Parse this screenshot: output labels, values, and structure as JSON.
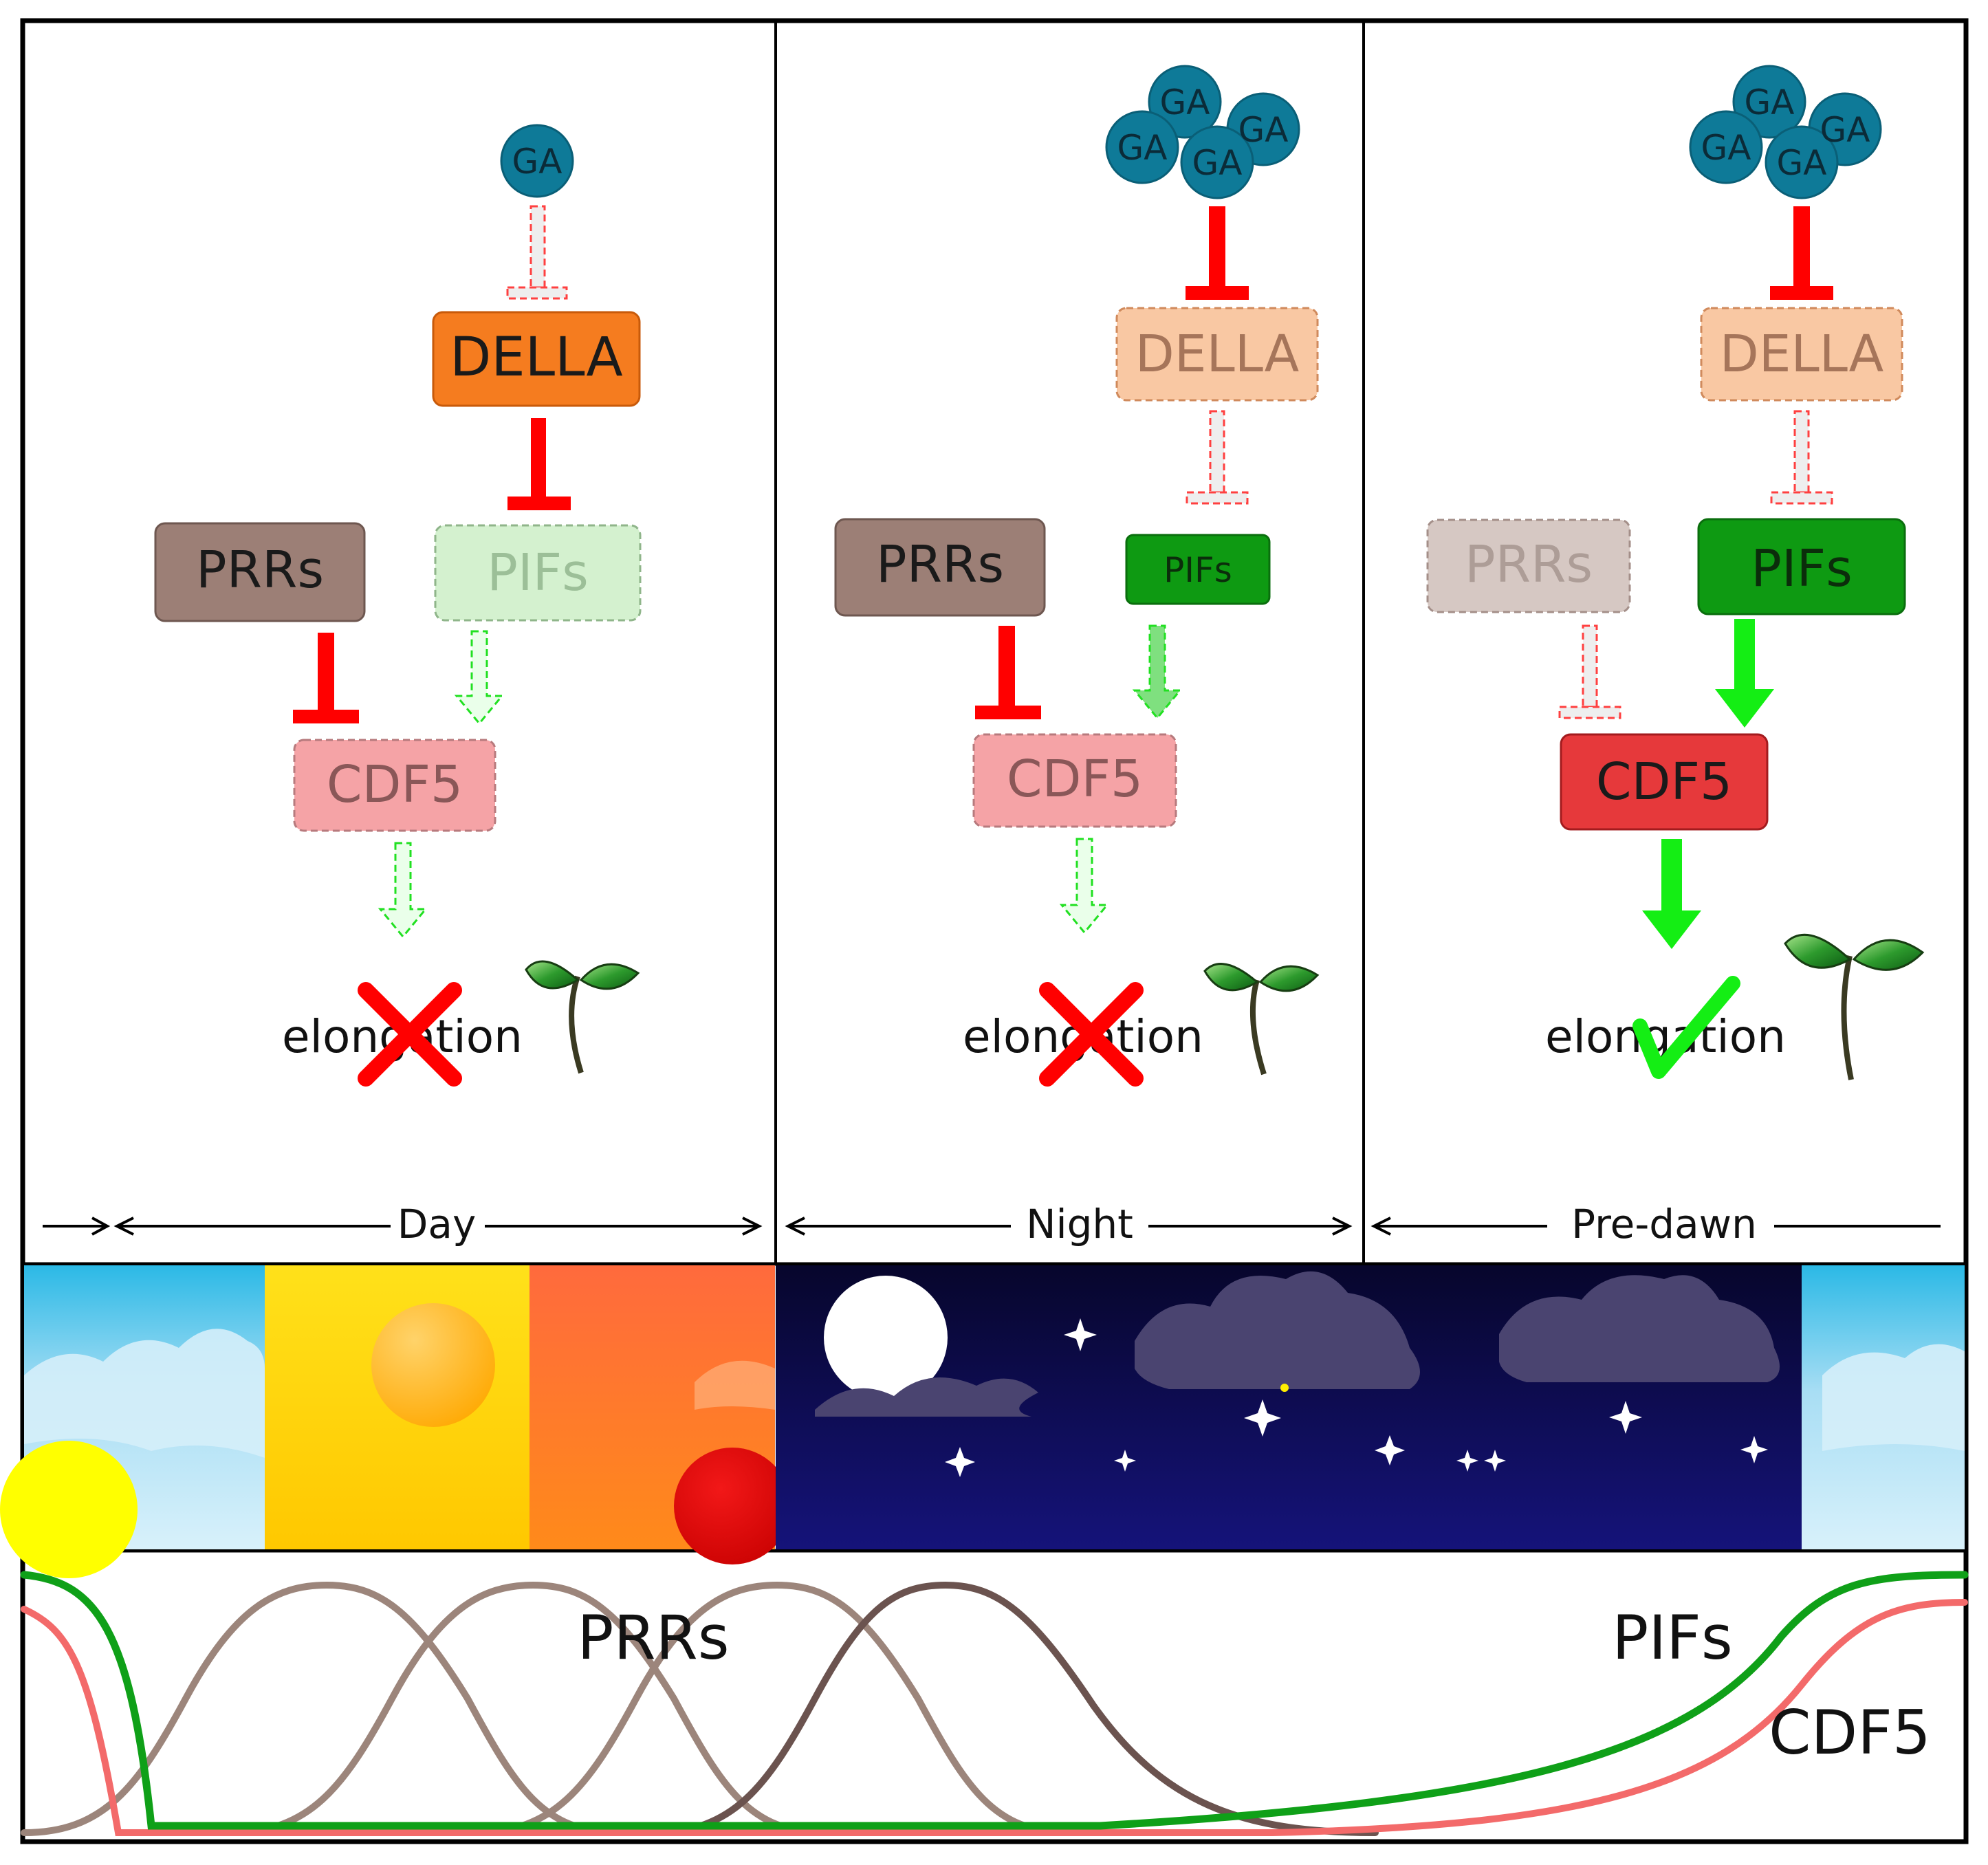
{
  "panels": [
    {
      "id": "day",
      "ga": [
        "GA"
      ],
      "della": "DELLA",
      "prrs": "PRRs",
      "pifs": "PIFs",
      "cdf5": "CDF5",
      "outcome": "elongation"
    },
    {
      "id": "night",
      "ga": [
        "GA",
        "GA",
        "GA",
        "GA"
      ],
      "della": "DELLA",
      "prrs": "PRRs",
      "pifs": "PIFs",
      "cdf5": "CDF5",
      "outcome": "elongation"
    },
    {
      "id": "predawn",
      "ga": [
        "GA",
        "GA",
        "GA",
        "GA"
      ],
      "della": "DELLA",
      "prrs": "PRRs",
      "pifs": "PIFs",
      "cdf5": "CDF5",
      "outcome": "elongation"
    }
  ],
  "timeline": {
    "day": "Day",
    "night": "Night",
    "predawn": "Pre-dawn"
  },
  "curves": {
    "prrs": "PRRs",
    "pifs": "PIFs",
    "cdf5": "CDF5"
  },
  "colors": {
    "della_active": "#f57c1f",
    "della_faded": "#f9c8a3",
    "prrs_active": "#9c7f76",
    "prrs_faded": "#d6c8c3",
    "pifs_active": "#0e9a12",
    "pifs_faded": "#d4f1cf",
    "cdf5_active": "#e6393b",
    "cdf5_faded": "#f5a3a6",
    "ga": "#0e7a98",
    "inhibit": "#ff0000",
    "activate": "#14ee14",
    "night_sky": "#0c0a4a",
    "day_sky": "#b5e5f6",
    "curve_pifs": "#0fa018",
    "curve_cdf5": "#f36a6a"
  }
}
